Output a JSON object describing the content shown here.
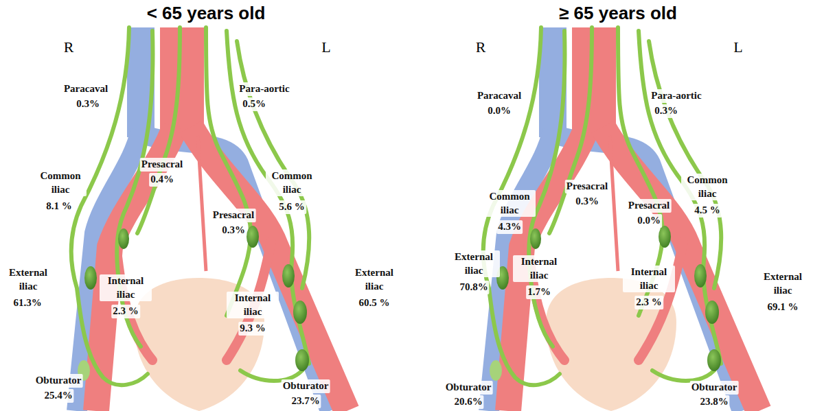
{
  "diagram": {
    "labels": [
      "< 65 years old",
      "R",
      "L",
      "Paracaval",
      "0.3%",
      "Para-aortic",
      "0.5%",
      "Common iliac",
      "8.1 %",
      "Presacral",
      "0.4%",
      "Common iliac",
      "5.6 %",
      "Presacral",
      "0.3%",
      "External iliac",
      "61.3%",
      "Internal iliac",
      "2.3 %",
      "Internal iliac",
      "9.3 %",
      "External iliac",
      "60.5 %",
      "Obturator",
      "25.4%",
      "Obturator",
      "23.7%",
      "≥ 65 years old",
      "R",
      "L",
      "Paracaval",
      "0.0%",
      "Para-aortic",
      "0.3%",
      "Common iliac",
      "4.3%",
      "Presacral",
      "0.3%",
      "Presacral",
      "0.0%",
      "Common iliac",
      "4.5 %",
      "External iliac",
      "70.8%",
      "Internal iliac",
      "1.7%",
      "Internal iliac",
      "2.3 %",
      "External iliac",
      "69.1 %",
      "Obturator",
      "20.6%",
      "Obturator",
      "23.8%"
    ]
  }
}
